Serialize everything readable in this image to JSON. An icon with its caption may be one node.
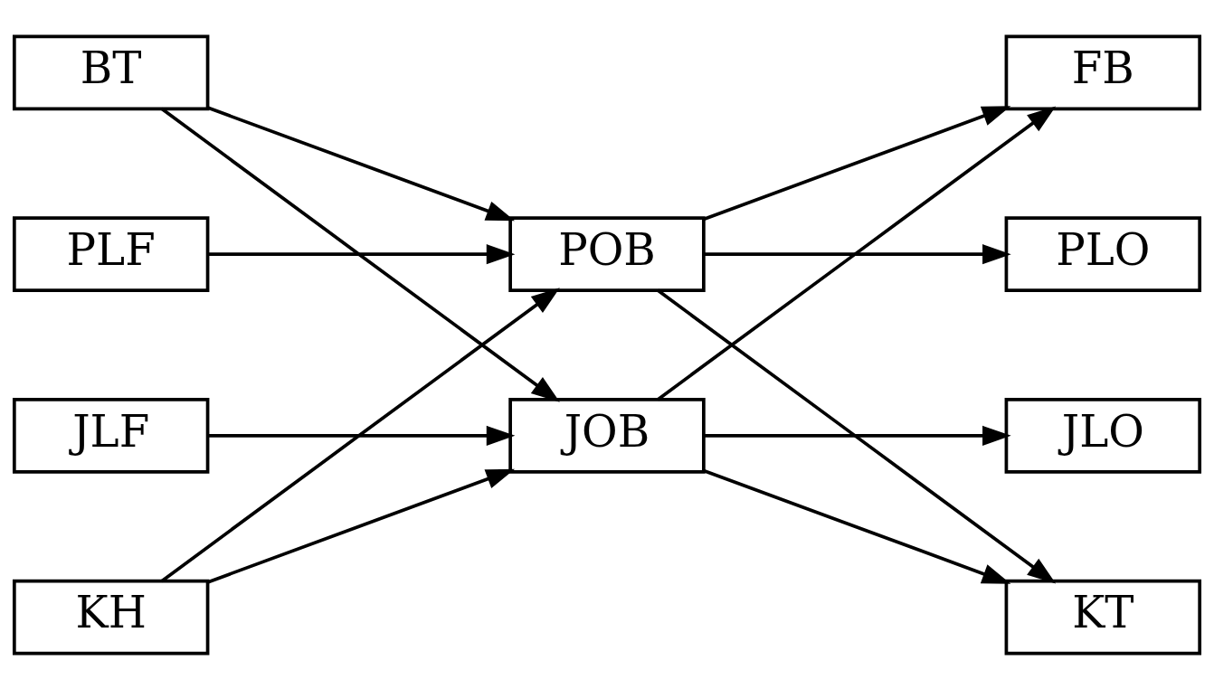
{
  "diagram": {
    "nodes": [
      {
        "text": [
          "BT"
        ]
      },
      {
        "text": [
          "PLF"
        ]
      },
      {
        "text": [
          "JLF"
        ]
      },
      {
        "text": [
          "KH"
        ]
      },
      {
        "text": [
          "POB"
        ]
      },
      {
        "text": [
          "JOB"
        ]
      },
      {
        "text": [
          "FB"
        ]
      },
      {
        "text": [
          "PLO"
        ]
      },
      {
        "text": [
          "JLO"
        ]
      },
      {
        "text": [
          "KT"
        ]
      }
    ],
    "edges": [
      {
        "from": 0,
        "to": 4,
        "arrow": "to"
      },
      {
        "from": 0,
        "to": 5,
        "arrow": "to"
      },
      {
        "from": 1,
        "to": 4,
        "arrow": "to"
      },
      {
        "from": 2,
        "to": 5,
        "arrow": "to"
      },
      {
        "from": 3,
        "to": 4,
        "arrow": "to"
      },
      {
        "from": 3,
        "to": 5,
        "arrow": "to"
      },
      {
        "from": 4,
        "to": 6,
        "arrow": "to"
      },
      {
        "from": 4,
        "to": 7,
        "arrow": "to"
      },
      {
        "from": 4,
        "to": 9,
        "arrow": "to"
      },
      {
        "from": 5,
        "to": 6,
        "arrow": "to"
      },
      {
        "from": 5,
        "to": 8,
        "arrow": "to"
      },
      {
        "from": 5,
        "to": 9,
        "arrow": "to"
      }
    ]
  }
}
